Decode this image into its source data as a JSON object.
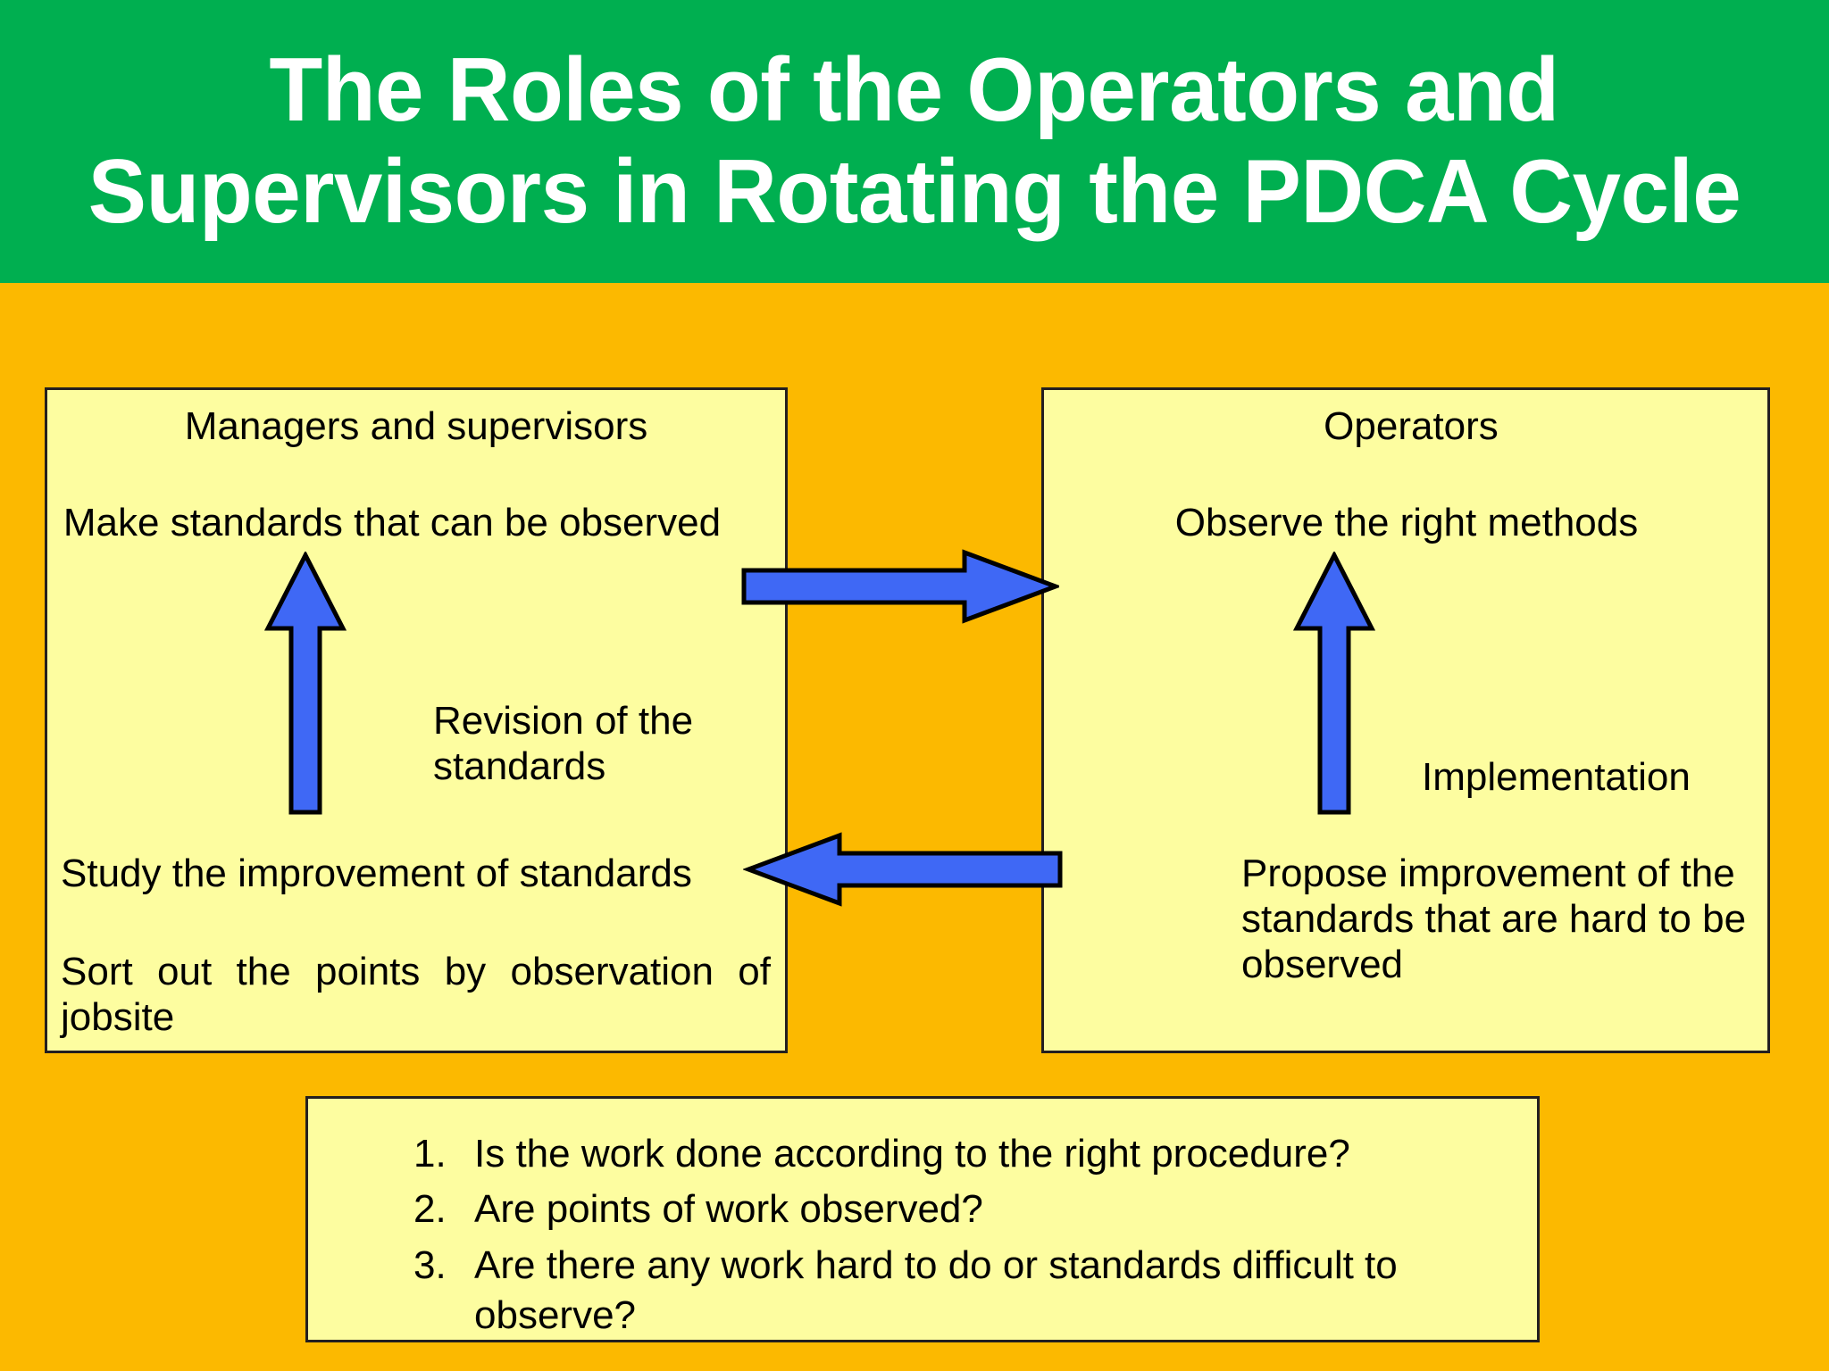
{
  "title": {
    "line1": "The Roles of the Operators and",
    "line2": "Supervisors in Rotating the PDCA Cycle"
  },
  "colors": {
    "title_band": "#00AF50",
    "title_text": "#FFFFFF",
    "background": "#FCB900",
    "panel_fill": "#FDFDA0",
    "panel_border": "#231F20",
    "arrow_fill": "#3F68F5",
    "arrow_border": "#000000"
  },
  "left_panel": {
    "heading": "Managers and supervisors",
    "item_make_standards": "Make standards that can be observed",
    "item_revision_label": "Revision of the\nstandards",
    "item_study": "Study the improvement of standards",
    "item_sort": "Sort out the points by observation of jobsite"
  },
  "right_panel": {
    "heading": "Operators",
    "item_observe": "Observe the right methods",
    "item_implementation_label": "Implementation",
    "item_propose": "Propose improvement of the standards that are hard to be observed"
  },
  "arrows": [
    {
      "name": "revision-of-standards-arrow-up-left",
      "direction": "up"
    },
    {
      "name": "standards-to-operators-arrow-right",
      "direction": "right"
    },
    {
      "name": "implementation-arrow-up-right",
      "direction": "up"
    },
    {
      "name": "operators-to-managers-arrow-left",
      "direction": "left"
    }
  ],
  "questions": {
    "items": [
      {
        "number": "1.",
        "text": "Is the work done according to the right procedure?"
      },
      {
        "number": "2.",
        "text": "Are points of work observed?"
      },
      {
        "number": "3.",
        "text": "Are there any work hard to do or standards difficult to observe?"
      }
    ]
  }
}
